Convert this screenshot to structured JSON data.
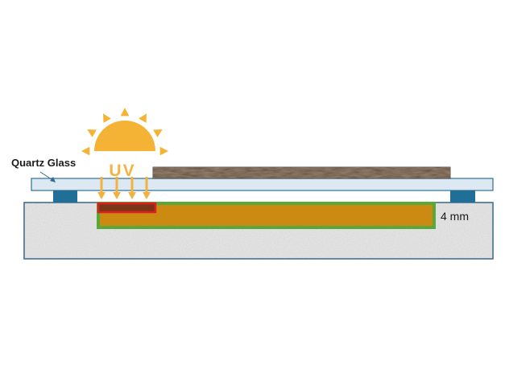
{
  "labels": {
    "quartz_glass": "Quartz Glass",
    "uv": "UV",
    "thickness": "4 mm"
  },
  "colors": {
    "sun": "#f5b335",
    "uv_text": "#f3b442",
    "arrow": "#f3b23e",
    "glass_fill": "#dce9f3",
    "glass_stroke": "#2e6e93",
    "spacer": "#1f6f98",
    "substrate_fill": "#e6e6e6",
    "substrate_stroke": "#2a5f86",
    "channel_fill": "#cc8a12",
    "channel_border": "#58a83a",
    "exposed_fill": "#7a3519",
    "exposed_border": "#e21f1f",
    "sample_fill": "#4f3a2c",
    "label_text": "#1b1b1b"
  },
  "icons": {
    "sun": "sun-icon",
    "arrows": "uv-arrow-icon"
  }
}
